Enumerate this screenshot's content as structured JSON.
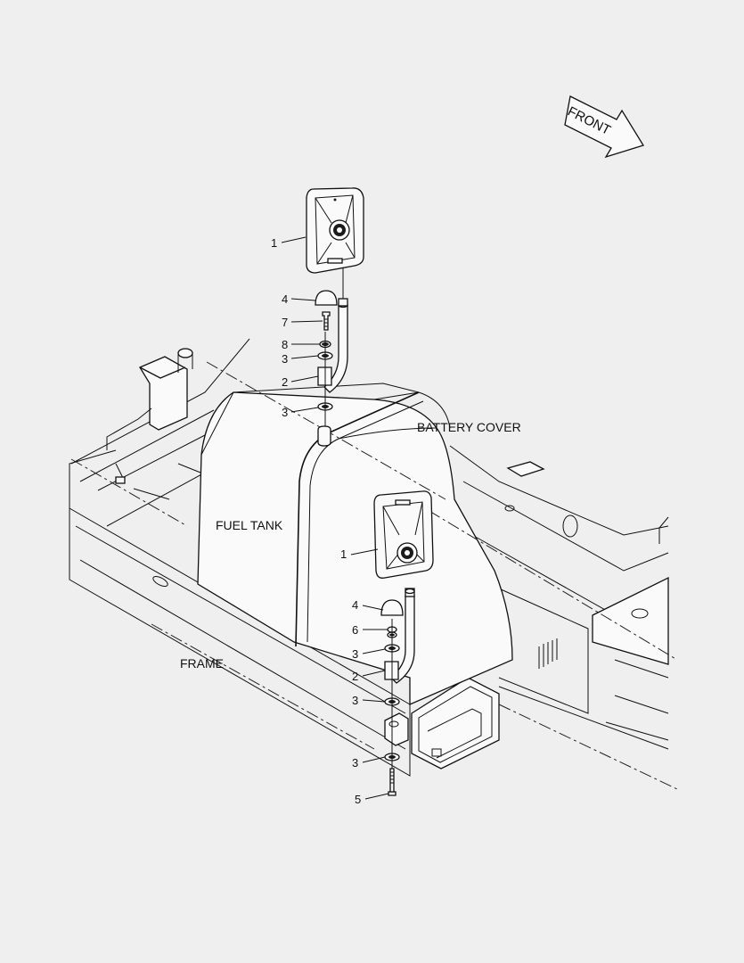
{
  "direction_arrow": {
    "label": "FRONT"
  },
  "area_labels": {
    "battery_cover": "BATTERY COVER",
    "fuel_tank": "FUEL TANK",
    "frame": "FRAME"
  },
  "callouts": {
    "upper": {
      "mirror": "1",
      "cap": "4",
      "bolt": "7",
      "nut": "8",
      "washer_a": "3",
      "stay": "2",
      "washer_b": "3"
    },
    "lower": {
      "mirror": "1",
      "cap": "4",
      "nut": "6",
      "washer_a": "3",
      "stay": "2",
      "washer_b": "3",
      "washer_c": "3",
      "bolt": "5"
    }
  }
}
